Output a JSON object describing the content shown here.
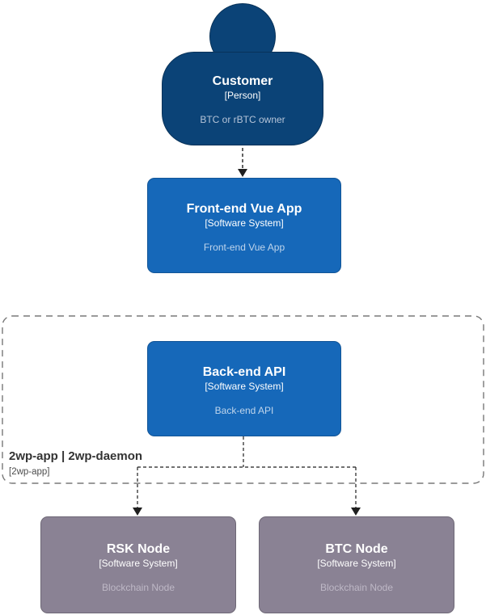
{
  "diagram": {
    "nodes": {
      "customer": {
        "title": "Customer",
        "type_label": "[Person]",
        "description": "BTC or rBTC owner"
      },
      "frontend": {
        "title": "Front-end Vue App",
        "type_label": "[Software System]",
        "description": "Front-end Vue App"
      },
      "backend": {
        "title": "Back-end API",
        "type_label": "[Software System]",
        "description": "Back-end API"
      },
      "rsk_node": {
        "title": "RSK Node",
        "type_label": "[Software System]",
        "description": "Blockchain Node"
      },
      "btc_node": {
        "title": "BTC Node",
        "type_label": "[Software System]",
        "description": "Blockchain Node"
      }
    },
    "boundary": {
      "name": "2wp-app | 2wp-daemon",
      "type_label": "[2wp-app]"
    },
    "relationships": [
      {
        "from": "Customer",
        "to": "Front-end Vue App",
        "style": "dashed-arrow"
      },
      {
        "from": "Back-end API",
        "to": "RSK Node",
        "style": "dashed-arrow"
      },
      {
        "from": "Back-end API",
        "to": "BTC Node",
        "style": "dashed-arrow"
      }
    ],
    "colors": {
      "person_fill": "#0b4377",
      "system_fill": "#1668b9",
      "external_fill": "#8a8294",
      "connector": "#1f1f1f",
      "boundary_border": "#787878",
      "background": "#ffffff"
    }
  }
}
